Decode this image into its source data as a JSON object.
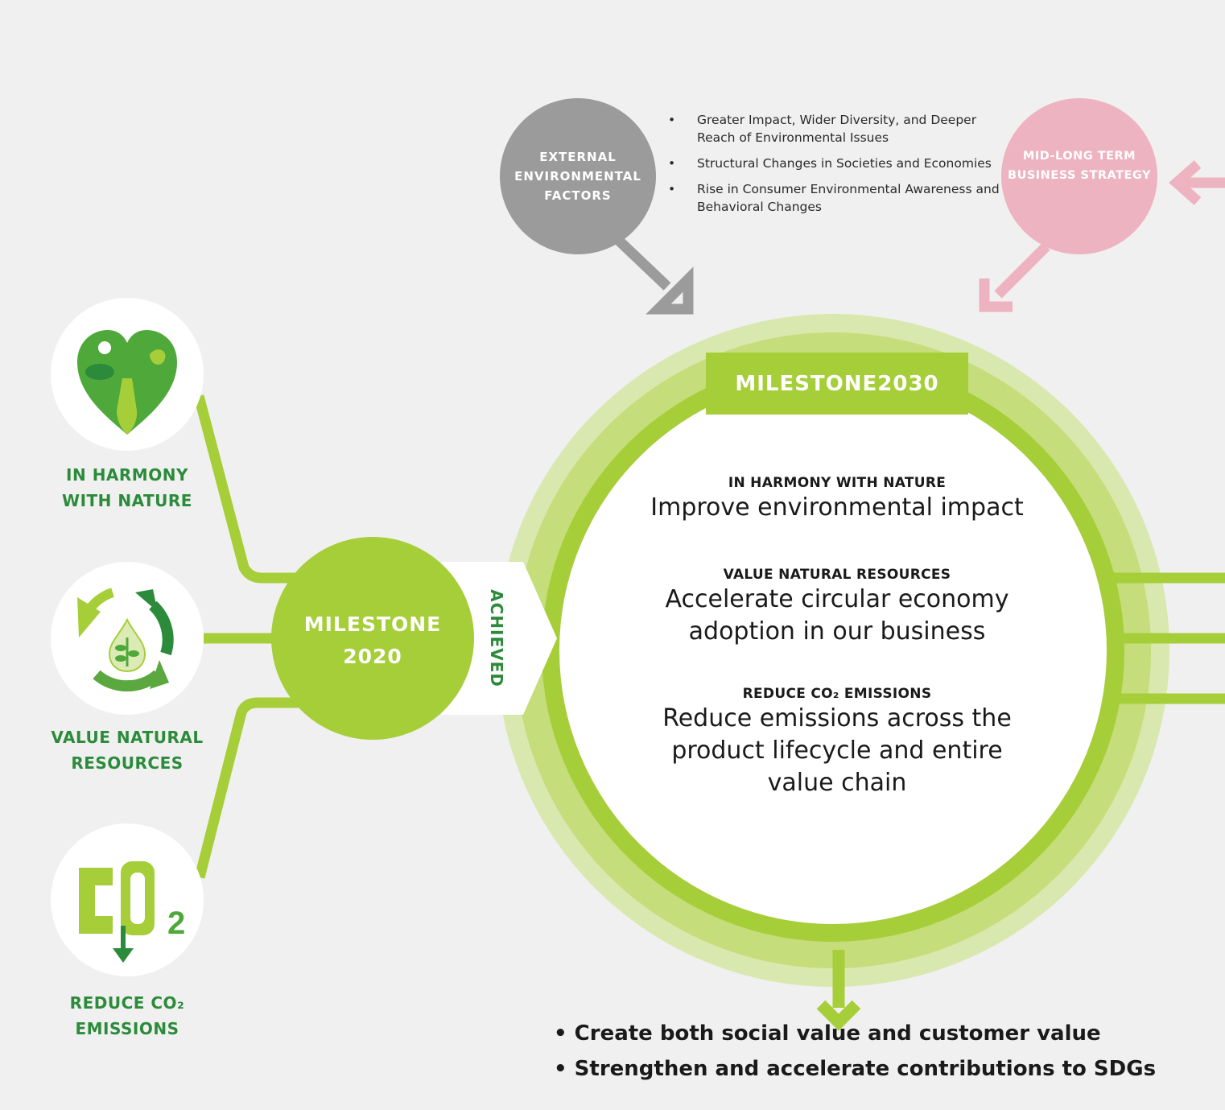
{
  "external_factors": {
    "label": "EXTERNAL ENVIRONMENTAL FACTORS",
    "bullets": [
      "Greater Impact, Wider Diversity, and Deeper Reach of Environmental Issues",
      "Structural Changes in Societies and Economies",
      "Rise in Consumer Environmental Awareness and Behavioral Changes"
    ]
  },
  "business_strategy": {
    "label": "MID-LONG TERM BUSINESS STRATEGY"
  },
  "milestone2030": {
    "banner": "MILESTONE2030",
    "goals": [
      {
        "heading": "IN HARMONY WITH NATURE",
        "description": "Improve environmental impact"
      },
      {
        "heading": "VALUE NATURAL RESOURCES",
        "description": "Accelerate circular economy adoption in our business"
      },
      {
        "heading": "REDUCE CO₂ EMISSIONS",
        "description": "Reduce emissions across the product lifecycle and entire value chain"
      }
    ]
  },
  "milestone2020": {
    "label": "MILESTONE 2020",
    "status": "ACHIEVED"
  },
  "themes": [
    {
      "label": "IN HARMONY WITH NATURE",
      "icon": "heart-nature-icon"
    },
    {
      "label": "VALUE NATURAL RESOURCES",
      "icon": "recycle-drop-icon"
    },
    {
      "label": "REDUCE CO₂ EMISSIONS",
      "icon": "co2-reduce-icon"
    }
  ],
  "outcomes": [
    "Create both social value and customer value",
    "Strengthen and accelerate contributions to SDGs"
  ],
  "colors": {
    "background": "#f0f0f0",
    "green_light": "#d9e8ae",
    "green_mid": "#c5dd7a",
    "green_accent": "#a6ce39",
    "green_dark": "#2c8b3b",
    "gray_circle": "#9b9b9b",
    "pink_circle": "#eeb3c1"
  }
}
